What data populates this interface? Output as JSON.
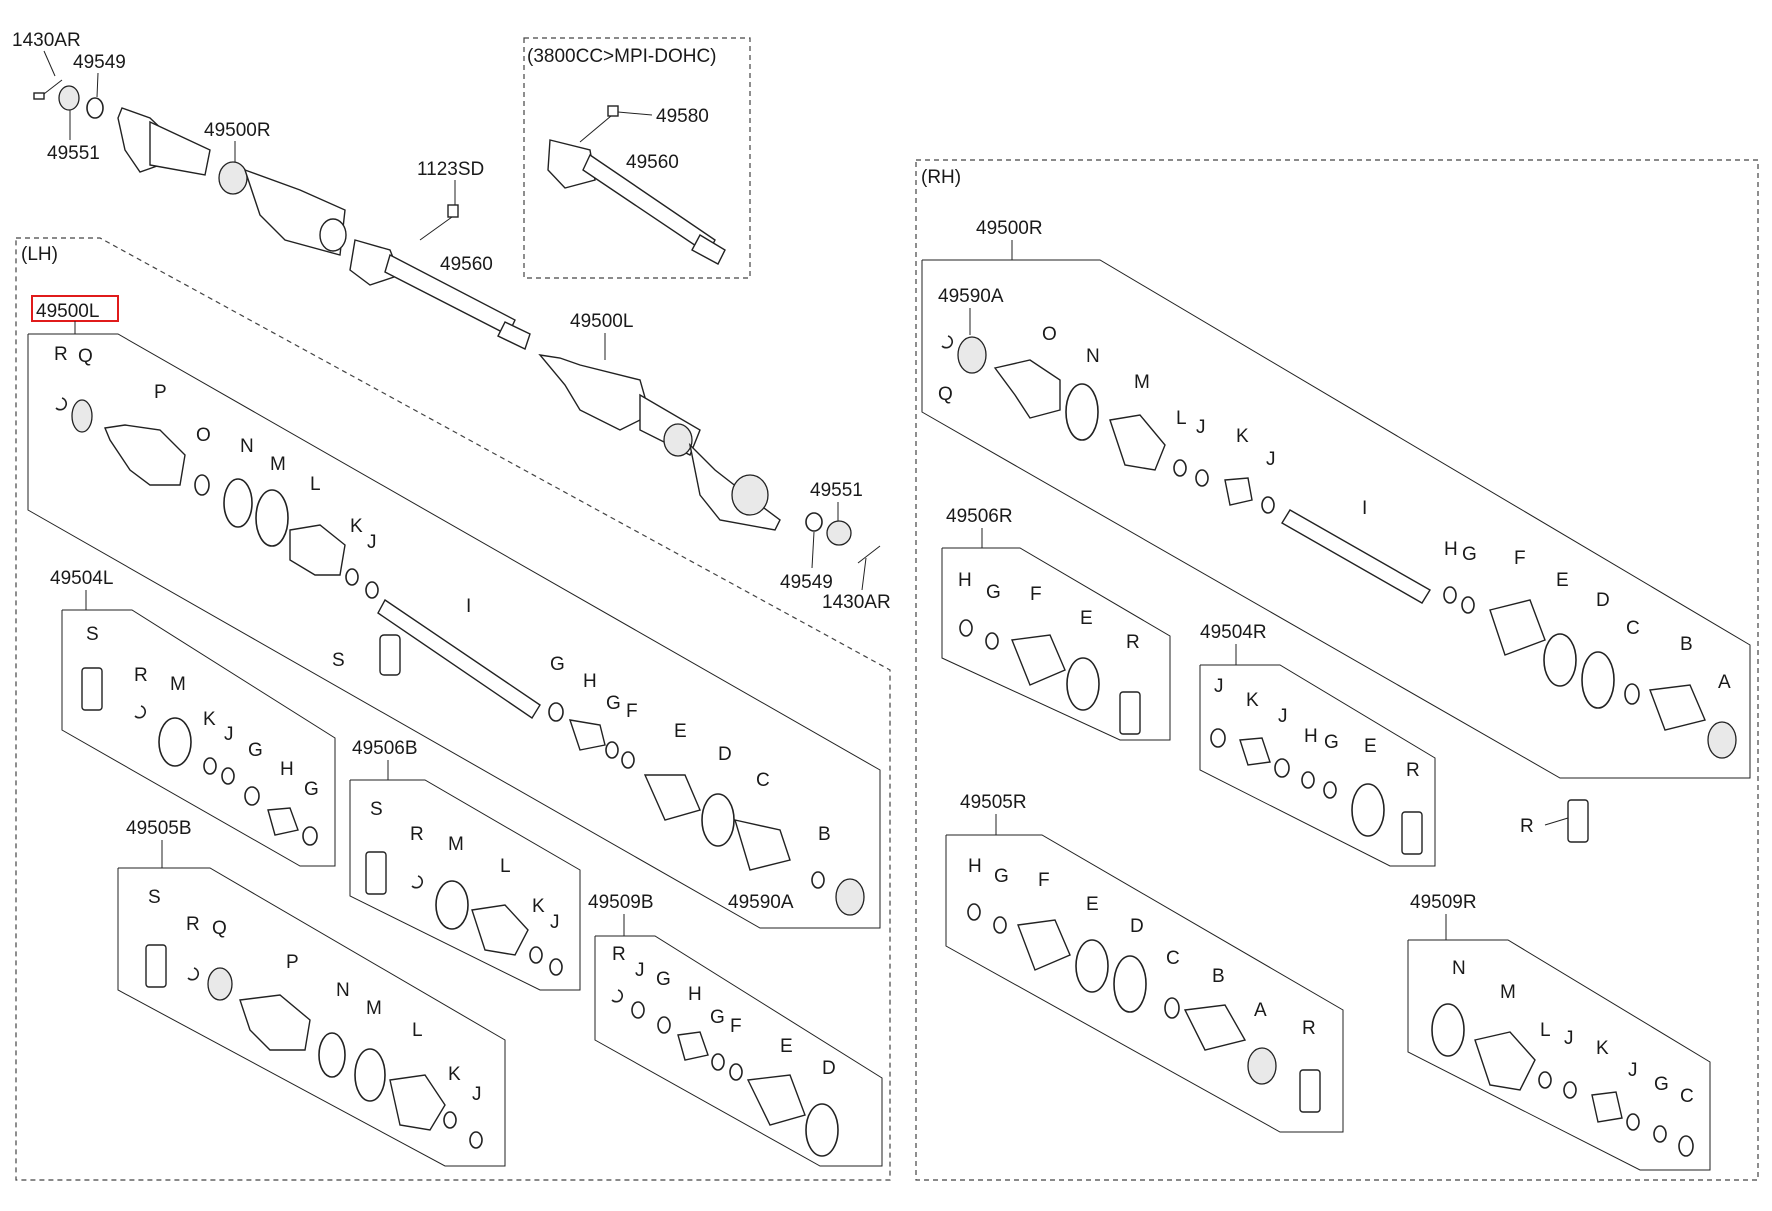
{
  "frames": {
    "variant": "(3800CC>MPI-DOHC)",
    "lh": "(LH)",
    "rh": "(RH)"
  },
  "top_labels": {
    "t1430ar_a": "1430AR",
    "t49549_a": "49549",
    "t49551_a": "49551",
    "t49500r": "49500R",
    "t1123sd": "1123SD",
    "t49560_a": "49560",
    "t49580": "49580",
    "t49560_b": "49560",
    "t49500l_top": "49500L",
    "t49551_b": "49551",
    "t49549_b": "49549",
    "t1430ar_b": "1430AR"
  },
  "lh": {
    "highlighted": "49500L",
    "main_letters": [
      "R",
      "Q",
      "P",
      "O",
      "N",
      "M",
      "L",
      "K",
      "J",
      "I",
      "S",
      "G",
      "H",
      "G",
      "F",
      "E",
      "D",
      "C",
      "B"
    ],
    "ring_label": "49590A",
    "kit_49504l": {
      "title": "49504L",
      "letters": [
        "S",
        "R",
        "M",
        "K",
        "J",
        "G",
        "H",
        "G"
      ]
    },
    "kit_49506b": {
      "title": "49506B",
      "letters": [
        "S",
        "R",
        "M",
        "L",
        "K",
        "J"
      ]
    },
    "kit_49505b": {
      "title": "49505B",
      "letters": [
        "S",
        "R",
        "Q",
        "P",
        "N",
        "M",
        "L",
        "K",
        "J"
      ]
    },
    "kit_49509b": {
      "title": "49509B",
      "letters": [
        "R",
        "J",
        "G",
        "H",
        "G",
        "F",
        "E",
        "D"
      ]
    }
  },
  "rh": {
    "title": "49500R",
    "ring_label": "49590A",
    "main_letters": [
      "Q",
      "O",
      "N",
      "M",
      "L",
      "J",
      "K",
      "J",
      "I",
      "H",
      "G",
      "F",
      "E",
      "D",
      "C",
      "B",
      "A"
    ],
    "kit_49506r": {
      "title": "49506R",
      "letters": [
        "H",
        "G",
        "F",
        "E",
        "R"
      ]
    },
    "kit_49504r": {
      "title": "49504R",
      "letters": [
        "J",
        "K",
        "J",
        "H",
        "G",
        "E",
        "R"
      ]
    },
    "loose_r": "R",
    "kit_49505r": {
      "title": "49505R",
      "letters": [
        "H",
        "G",
        "F",
        "E",
        "D",
        "C",
        "B",
        "A",
        "R"
      ]
    },
    "kit_49509r": {
      "title": "49509R",
      "letters": [
        "N",
        "M",
        "L",
        "J",
        "K",
        "J",
        "G",
        "C"
      ]
    }
  }
}
